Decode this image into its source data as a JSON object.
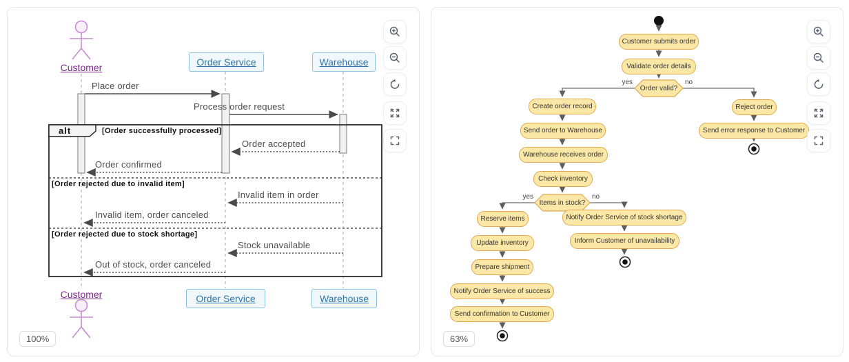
{
  "left_panel": {
    "zoom_badge": "100%",
    "participants": {
      "customer": "Customer",
      "order_service": "Order Service",
      "warehouse": "Warehouse"
    },
    "messages": {
      "place_order": "Place order",
      "process_order_request": "Process order request",
      "order_accepted": "Order accepted",
      "order_confirmed": "Order confirmed",
      "invalid_item": "Invalid item in order",
      "invalid_canceled": "Invalid item, order canceled",
      "stock_unavailable": "Stock unavailable",
      "out_of_stock": "Out of stock, order canceled"
    },
    "alt_frame": {
      "operator": "alt",
      "guards": [
        "[Order successfully processed]",
        "[Order rejected due to invalid item]",
        "[Order rejected due to stock shortage]"
      ]
    }
  },
  "right_panel": {
    "zoom_badge": "63%",
    "labels": {
      "yes": "yes",
      "no": "no"
    },
    "nodes": {
      "customer_submits": "Customer submits order",
      "validate": "Validate order details",
      "order_valid": "Order valid?",
      "create_record": "Create order record",
      "send_to_warehouse": "Send order to Warehouse",
      "warehouse_receives": "Warehouse receives order",
      "check_inventory": "Check inventory",
      "items_in_stock": "Items in stock?",
      "reserve_items": "Reserve items",
      "update_inventory": "Update inventory",
      "prepare_shipment": "Prepare shipment",
      "notify_success": "Notify Order Service of success",
      "send_confirmation": "Send confirmation to Customer",
      "notify_shortage": "Notify Order Service of stock shortage",
      "inform_unavailability": "Inform Customer of unavailability",
      "reject_order": "Reject order",
      "send_error": "Send error response to Customer"
    }
  },
  "icons": {
    "zoom_in": "magnifier-plus",
    "zoom_out": "magnifier-minus",
    "reset": "rotate-ccw-arrow",
    "expand": "arrows-out-corners",
    "fit": "fullscreen-corner-brackets"
  },
  "colors": {
    "activity_node_fill": "#FBE7A6",
    "activity_node_border": "#E2A94F",
    "participant_fill": "#F1F8FC",
    "participant_border": "#8FC1DB",
    "participant_text": "#2E75A5",
    "actor_stroke": "#C98CD4",
    "actor_text": "#7D2A8C",
    "arrow_gray": "#4A4A4A",
    "panel_border": "#E4E7EA"
  }
}
